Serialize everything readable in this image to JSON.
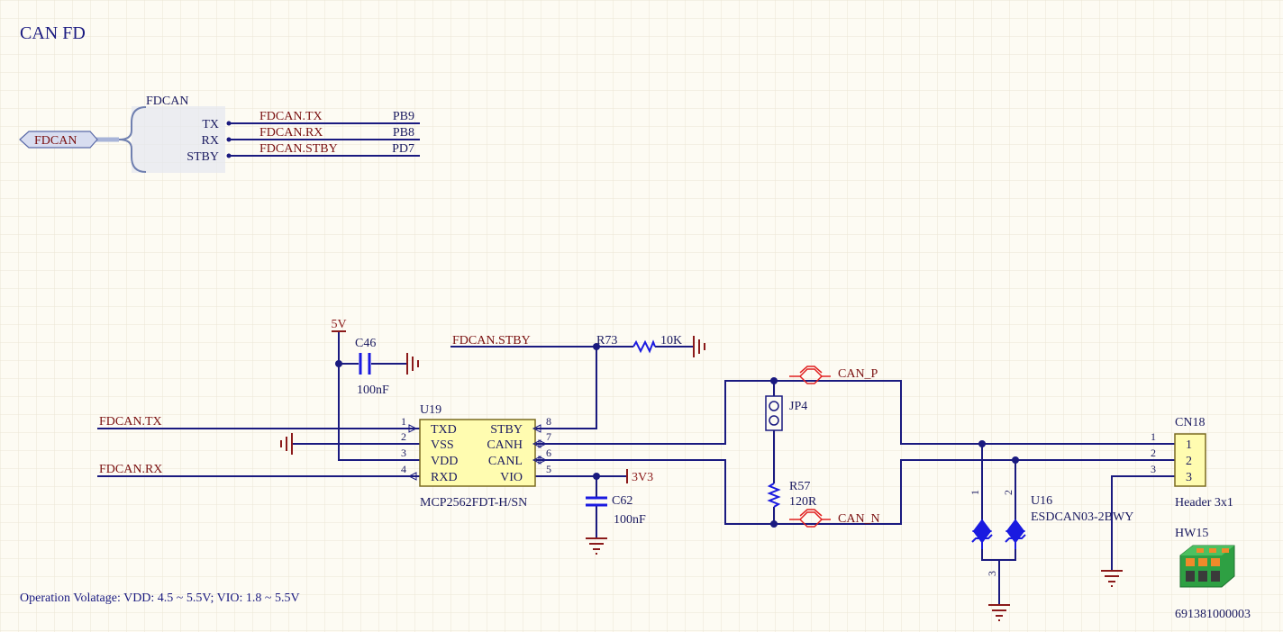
{
  "title": "CAN FD",
  "note": "Operation Volatage: VDD: 4.5 ~ 5.5V; VIO: 1.8 ~ 5.5V",
  "colors": {
    "background": "#fdfbf3",
    "grid": "#ece6d4",
    "wire": "#1a1a80",
    "net_label": "#7a1010",
    "power": "#8b1a1a",
    "component": "#1a1ae0",
    "ic_fill": "#fffcb0",
    "text": "#1a1a60"
  },
  "harness": {
    "port_name": "FDCAN",
    "title": "FDCAN",
    "entries": [
      {
        "label": "TX",
        "net": "FDCAN.TX",
        "pin": "PB9"
      },
      {
        "label": "RX",
        "net": "FDCAN.RX",
        "pin": "PB8"
      },
      {
        "label": "STBY",
        "net": "FDCAN.STBY",
        "pin": "PD7"
      }
    ]
  },
  "u19": {
    "designator": "U19",
    "part": "MCP2562FDT-H/SN",
    "pins_left": [
      {
        "num": "1",
        "name": "TXD"
      },
      {
        "num": "2",
        "name": "VSS"
      },
      {
        "num": "3",
        "name": "VDD"
      },
      {
        "num": "4",
        "name": "RXD"
      }
    ],
    "pins_right": [
      {
        "num": "8",
        "name": "STBY"
      },
      {
        "num": "7",
        "name": "CANH"
      },
      {
        "num": "6",
        "name": "CANL"
      },
      {
        "num": "5",
        "name": "VIO"
      }
    ]
  },
  "nets": {
    "tx": "FDCAN.TX",
    "rx": "FDCAN.RX",
    "stby": "FDCAN.STBY",
    "can_p": "CAN_P",
    "can_n": "CAN_N"
  },
  "power": {
    "v5": "5V",
    "v3v3": "3V3"
  },
  "c46": {
    "designator": "C46",
    "value": "100nF"
  },
  "c62": {
    "designator": "C62",
    "value": "100nF"
  },
  "r73": {
    "designator": "R73",
    "value": "10K"
  },
  "jp4": {
    "designator": "JP4"
  },
  "r57": {
    "designator": "R57",
    "value": "120R"
  },
  "cn18": {
    "designator": "CN18",
    "part": "Header 3x1",
    "pins": [
      "1",
      "2",
      "3"
    ]
  },
  "u16": {
    "designator": "U16",
    "part": "ESDCAN03-2BWY",
    "pins": [
      "1",
      "2",
      "3"
    ]
  },
  "hw15": {
    "designator": "HW15",
    "part": "691381000003"
  }
}
